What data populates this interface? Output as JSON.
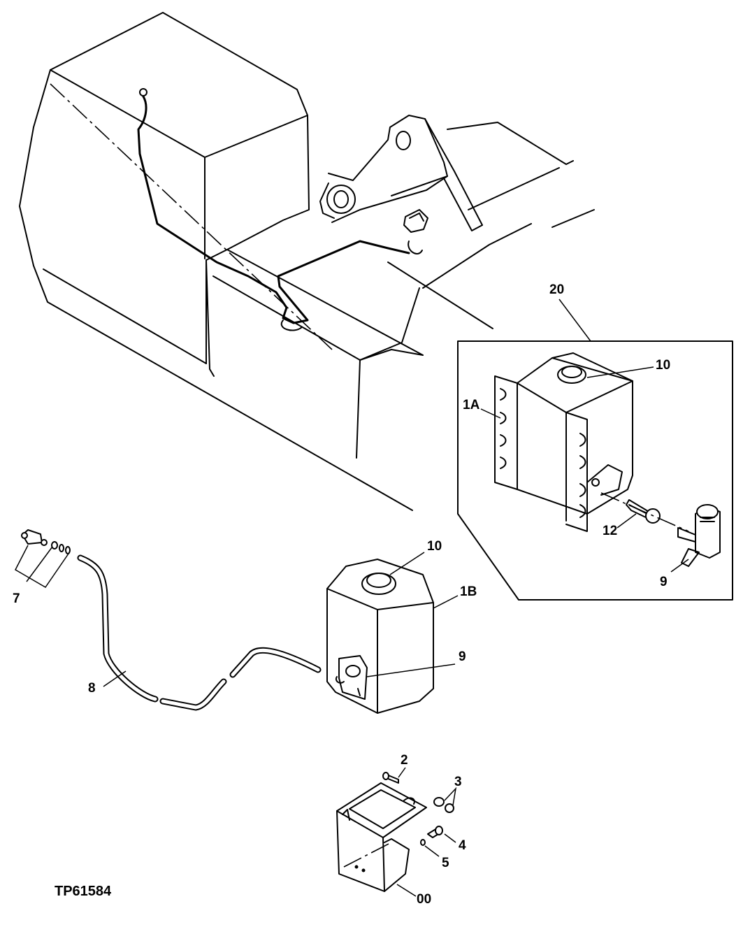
{
  "figure_id": "TP61584",
  "callouts": {
    "kit": "20",
    "cap_inset": "10",
    "bracket_inset": "1A",
    "bolt_inset": "12",
    "elbow_inset": "9",
    "cap_main": "10",
    "tank_main": "1B",
    "elbow_main": "9",
    "nozzle": "7",
    "hose": "8",
    "bracket_screw": "2",
    "nut": "3",
    "screw": "4",
    "washer": "5",
    "cover": "00"
  }
}
